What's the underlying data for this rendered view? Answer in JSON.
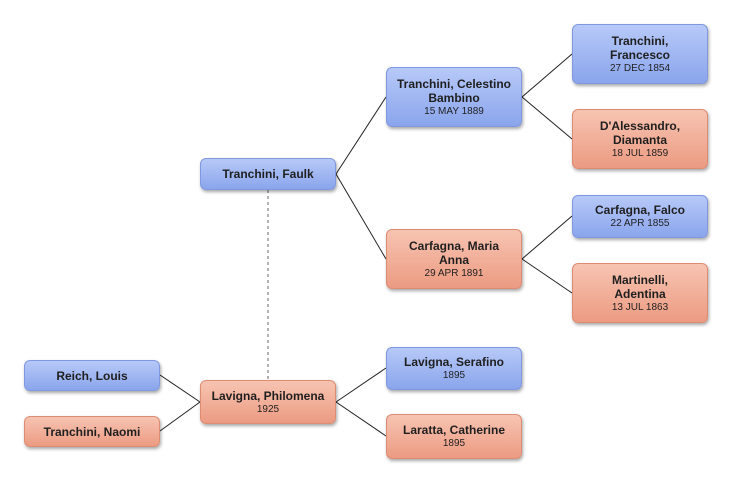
{
  "colors": {
    "male": "#8aa5ec",
    "female": "#ec9b82",
    "line": "#222222"
  },
  "people": {
    "faulk": {
      "name": "Tranchini, Faulk",
      "date": "",
      "sex": "male"
    },
    "celestino": {
      "name": "Tranchini, Celestino Bambino",
      "date": "15 MAY 1889",
      "sex": "male"
    },
    "maria": {
      "name": "Carfagna, Maria Anna",
      "date": "29 APR 1891",
      "sex": "female"
    },
    "francesco": {
      "name": "Tranchini, Francesco",
      "date": "27 DEC 1854",
      "sex": "male"
    },
    "diamanta": {
      "name": "D'Alessandro, Diamanta",
      "date": "18 JUL 1859",
      "sex": "female"
    },
    "falco": {
      "name": "Carfagna, Falco",
      "date": "22 APR 1855",
      "sex": "male"
    },
    "adentina": {
      "name": "Martinelli, Adentina",
      "date": "13 JUL 1863",
      "sex": "female"
    },
    "philomena": {
      "name": "Lavigna, Philomena",
      "date": "1925",
      "sex": "female"
    },
    "serafino": {
      "name": "Lavigna, Serafino",
      "date": "1895",
      "sex": "male"
    },
    "catherine": {
      "name": "Laratta, Catherine",
      "date": "1895",
      "sex": "female"
    },
    "louis": {
      "name": "Reich, Louis",
      "date": "",
      "sex": "male"
    },
    "naomi": {
      "name": "Tranchini, Naomi",
      "date": "",
      "sex": "female"
    }
  }
}
